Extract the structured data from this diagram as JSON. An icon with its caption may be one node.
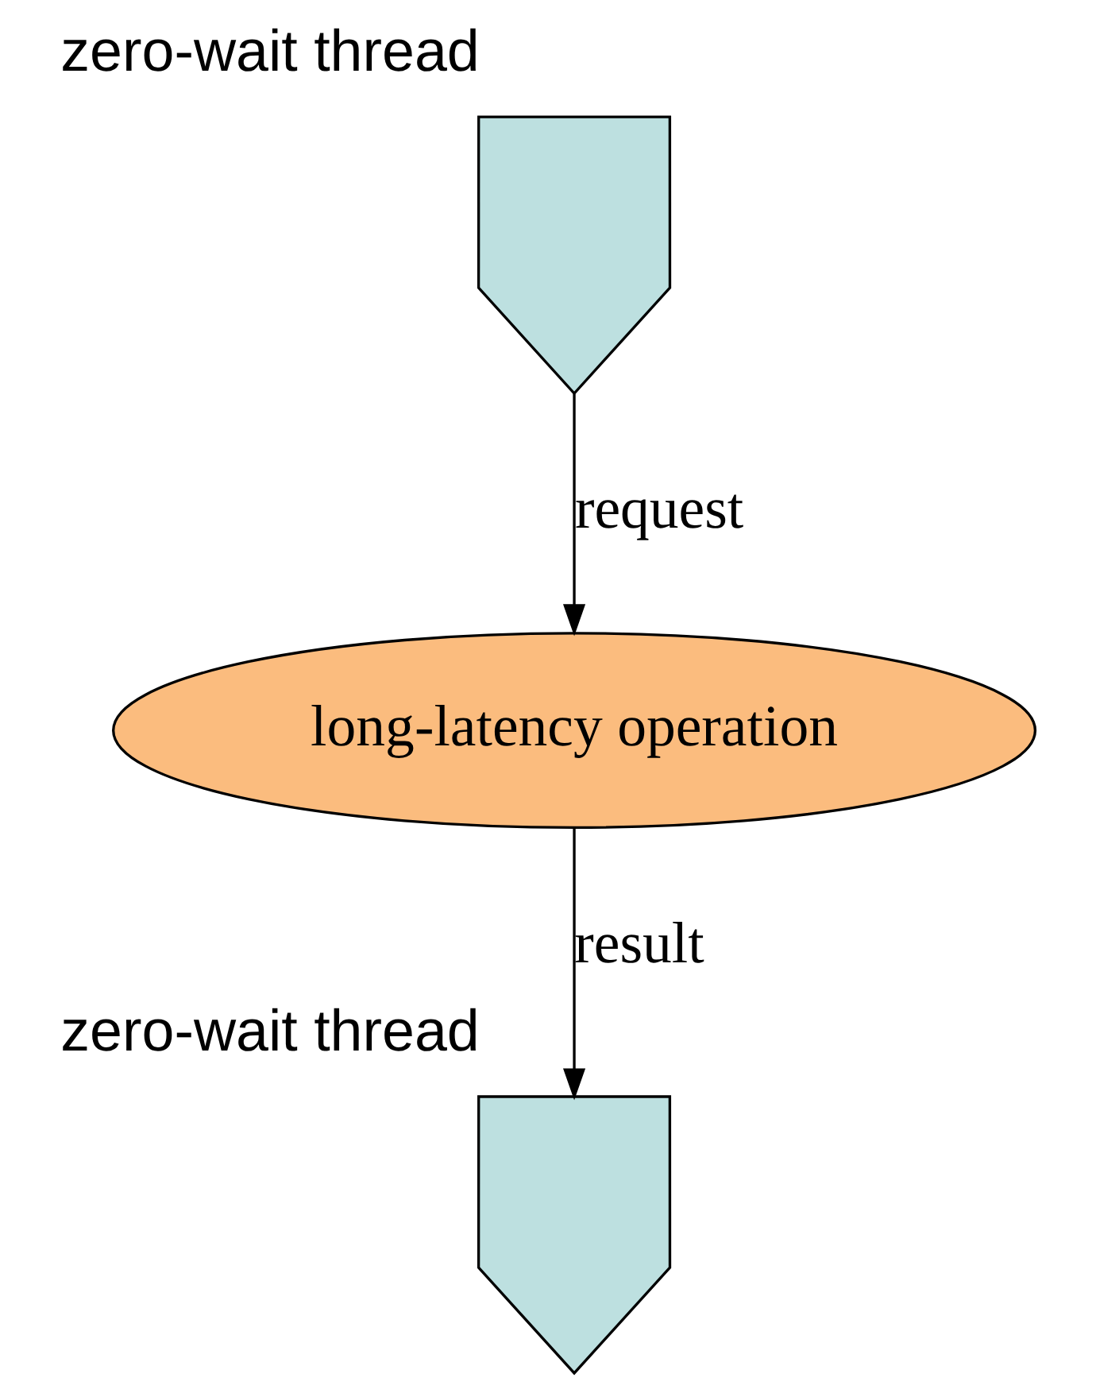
{
  "diagram": {
    "nodes": [
      {
        "text": [],
        "shape": "arrow",
        "beside": [
          "zero-wait thread"
        ]
      },
      {
        "text": [
          "long-latency operation"
        ]
      },
      {
        "text": [],
        "shape": "arrow",
        "beside": [
          "zero-wait thread"
        ]
      }
    ],
    "edges": [
      {
        "from": 0,
        "to": 1,
        "arrow": "to",
        "label": "request"
      },
      {
        "from": 1,
        "to": 2,
        "arrow": "to",
        "label": "result"
      }
    ]
  }
}
